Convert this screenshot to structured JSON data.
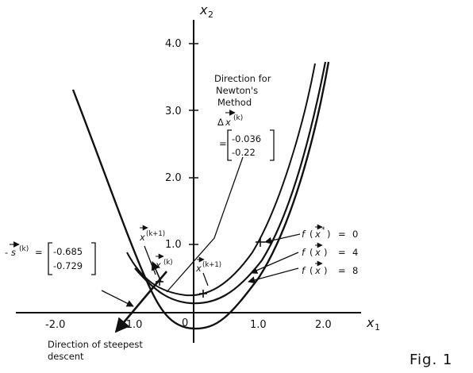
{
  "axes": {
    "x_label": "x",
    "x_sub": "1",
    "y_label": "x",
    "y_sub": "2",
    "x_ticks": [
      "-2.0",
      "-1.0",
      "0",
      "1.0",
      "2.0"
    ],
    "y_ticks": [
      "1.0",
      "2.0",
      "3.0",
      "4.0"
    ]
  },
  "newton": {
    "lines": [
      "Direction for",
      "Newton's",
      "Method"
    ],
    "delta_symbol": "Δ",
    "vector": "x",
    "superscript": "(k)",
    "equals": "=",
    "values": [
      "-0.036",
      "-0.22"
    ]
  },
  "steepest": {
    "neg": "-",
    "vector": "s",
    "superscript": "(k)",
    "equals": "=",
    "values": [
      "-0.685",
      "-0.729"
    ],
    "caption": [
      "Direction of steepest",
      "descent"
    ]
  },
  "points": {
    "xk": "x",
    "xk_sup": "(k)",
    "xk1": "x",
    "xk1_sup": "(k+1)"
  },
  "contours": [
    {
      "f": "f",
      "vec": "x",
      "star": "*",
      "eq": "=",
      "value": "0"
    },
    {
      "f": "f",
      "vec": "x",
      "star": "",
      "eq": "=",
      "value": "4"
    },
    {
      "f": "f",
      "vec": "x",
      "star": "",
      "eq": "=",
      "value": "8"
    }
  ],
  "figure_label": "Fig. 1"
}
